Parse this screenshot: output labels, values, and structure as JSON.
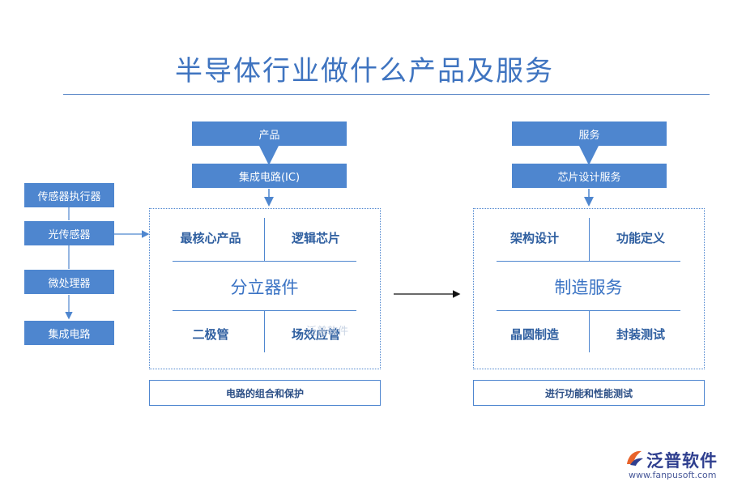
{
  "title": "半导体行业做什么产品及服务",
  "left_list": [
    "传感器执行器",
    "光传感器",
    "微处理器",
    "集成电路"
  ],
  "product": {
    "header": "产品",
    "sub": "集成电路(IC)",
    "cells": [
      "最核心产品",
      "逻辑芯片",
      "二极管",
      "场效应管"
    ],
    "center": "分立器件",
    "caption": "电路的组合和保护"
  },
  "service": {
    "header": "服务",
    "sub": "芯片设计服务",
    "cells": [
      "架构设计",
      "功能定义",
      "晶圆制造",
      "封装测试"
    ],
    "center": "制造服务",
    "caption": "进行功能和性能测试"
  },
  "watermark": "泛普软件",
  "logo": {
    "name": "泛普软件",
    "url": "www.fanpusoft.com"
  },
  "colors": {
    "accent": "#4e86cf",
    "title": "#3f74c0"
  }
}
